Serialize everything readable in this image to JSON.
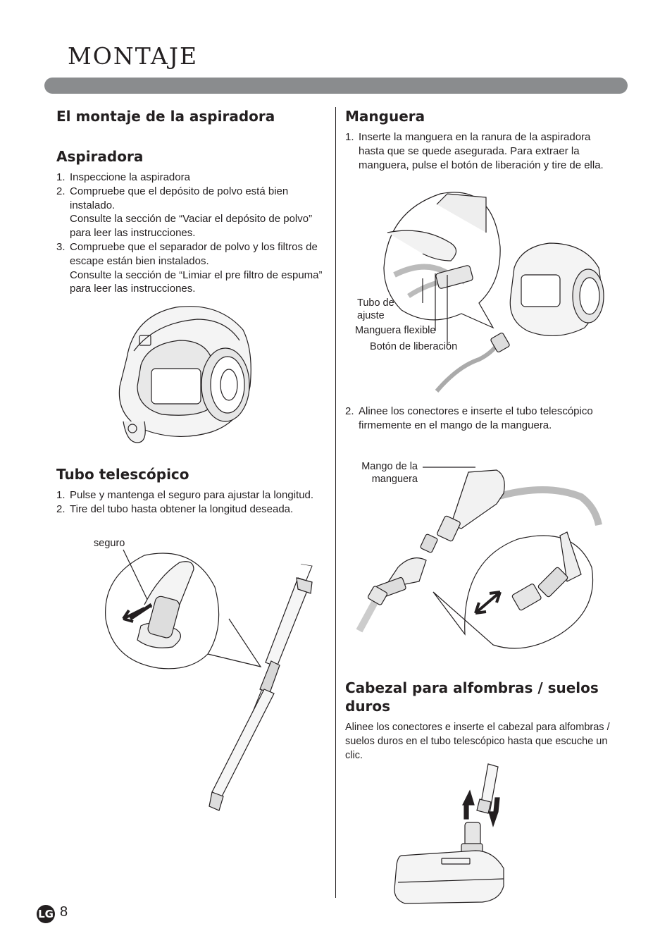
{
  "page": {
    "title": "MONTAJE",
    "number": "8",
    "brand_logo_text": "LG"
  },
  "left": {
    "heading_main": "El montaje de la aspiradora",
    "aspiradora": {
      "heading": "Aspiradora",
      "steps": [
        {
          "num": "1.",
          "text": "Inspeccione la aspiradora"
        },
        {
          "num": "2.",
          "text": "Compruebe que el depósito de polvo está bien instalado.",
          "note": "Consulte la sección de “Vaciar el depósito de polvo” para leer las instrucciones."
        },
        {
          "num": "3.",
          "text": "Compruebe que el separador de polvo y los filtros de escape están bien instalados.",
          "note": "Consulte la sección de “Limiar el pre filtro de espuma” para leer las instrucciones."
        }
      ]
    },
    "tubo": {
      "heading": "Tubo telescópico",
      "steps": [
        {
          "num": "1.",
          "text": "Pulse y mantenga el seguro para ajustar la longitud."
        },
        {
          "num": "2.",
          "text": "Tire del tubo hasta obtener la longitud deseada."
        }
      ],
      "label_seguro": "seguro"
    }
  },
  "right": {
    "manguera": {
      "heading": "Manguera",
      "step1_num": "1.",
      "step1": "Inserte la manguera en la ranura de la aspiradora hasta que se quede asegurada. Para extraer la manguera, pulse el botón de liberación y tire de ella.",
      "label_tubo": "Tubo de ajuste",
      "label_manguera_flexible": "Manguera flexible",
      "label_boton": "Botón de liberación",
      "step2_num": "2.",
      "step2": "Alinee los conectores e inserte el tubo telescópico firmemente en el mango de la manguera.",
      "label_mango": "Mango de la manguera"
    },
    "cabezal": {
      "heading": "Cabezal para alfombras / suelos duros",
      "text": "Alinee los conectores e inserte el cabezal para alfombras / suelos duros en el tubo telescópico hasta que escuche un clic."
    }
  }
}
